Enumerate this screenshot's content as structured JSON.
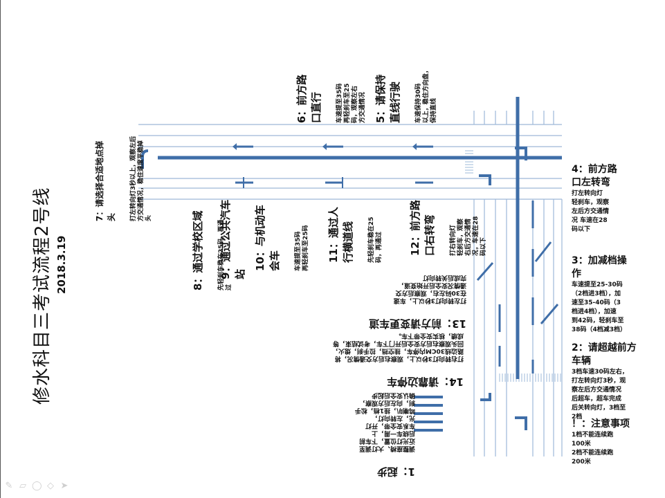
{
  "title": "修水科目三考试流程2号线",
  "date": "2018.3.19",
  "colors": {
    "road_line": "#9db8d8",
    "arrow": "#3f6ea8",
    "text": "#111111"
  },
  "steps_right": [
    {
      "heading": "4：前方路\n口左转弯",
      "body": "打左转向灯\n轻刹车，观察\n左后方交通情\n况 车速在28\n码以下"
    },
    {
      "heading": "3：加减档操\n作",
      "body": "车速提至25-30码\n（2档进3档），加\n速至35-40码（3\n档进4档），加速\n到42码，轻刹车至\n38码（4档减3档）"
    },
    {
      "heading": "2：请超越前方\n车辆",
      "body": "3档车速30码左右，\n打左转向灯3秒，观\n察左后方交通情况\n后超车，超车完成\n后关转向灯，3档至\n2档"
    },
    {
      "heading": "！：注意事项",
      "body": "1档不能连续跑\n100米\n2档不能连续跑\n200米"
    }
  ],
  "steps_top": [
    {
      "heading": "6：前方路\n口直行",
      "body": "车速提至35码\n再轻刹车至25\n码，观察左右\n方交通情况"
    },
    {
      "heading": "5：请保持\n直线行驶",
      "body": "车速保持30码\n以上，稳住方向盘，\n保持直线"
    }
  ],
  "steps_left": [
    {
      "heading": "7：请选择合适地点掉\n头",
      "body": "打左转向灯3秒以上，观察左后\n方交通情况，稳住速度平稳掉\n头"
    },
    {
      "heading": "8：通过学校区域",
      "body": "先轻刹车稳在25码，再通\n过"
    },
    {
      "heading": "9：通过公共汽车站",
      "body": ""
    },
    {
      "heading": "10：与机动车\n会车",
      "body": "车速提至35码\n再轻刹车至25码"
    },
    {
      "heading": "11：通过人\n行横道线",
      "body": "先轻刹车稳在25\n码，再通过"
    },
    {
      "heading": "12：前方路\n口右转弯",
      "body": "打右转向灯\n轻刹车，观察\n右后方交通情\n况，车速在28\n码以下"
    }
  ],
  "steps_bottom": [
    {
      "heading": "13：前方请变更车道",
      "body": "打左转向灯3秒以上，车速\n在30码左右，观察后方交\n通情况安全后开始变道，\n完成后关转向灯"
    },
    {
      "heading": "14：请靠边停车",
      "body": "打右转向灯3秒以上，观察右后方交通情况，将\n路边线30CM内停车，挂空挡，拉手刹，熄火，\n回头观察右后方安全后开门下车，考试结束，等\n成绩，核实安全带下车。"
    },
    {
      "heading": "1：起步",
      "body": "调整座椅、大灯调至\n近光灯位置，下车前\n后绕车一周，上\n车系安全带，开灯\n光，左转向灯，\n鸣喇叭，挂1档，松手\n刹，向左后方观察，\n确认安全后起步"
    }
  ],
  "toolbar_icons": [
    "pen-icon",
    "eraser-icon",
    "lasso-icon",
    "highlighter-icon",
    "pointer-icon"
  ]
}
